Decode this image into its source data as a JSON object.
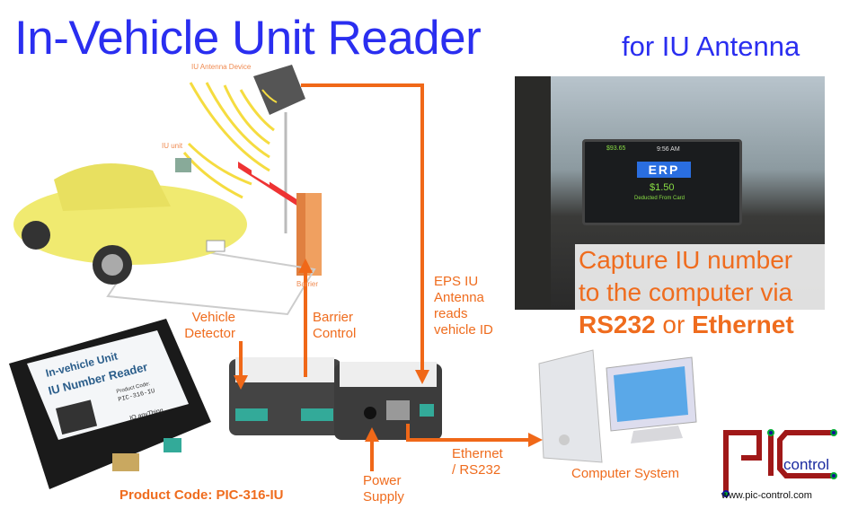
{
  "header": {
    "title": "In-Vehicle Unit Reader",
    "subtitle": "for IU Antenna"
  },
  "diagram": {
    "iu_antenna_device": "IU Antenna Device",
    "iu_unit": "IU unit",
    "barrier": "Barrier",
    "vehicle_detector": [
      "Vehicle",
      "Detector"
    ],
    "barrier_control": [
      "Barrier",
      "Control"
    ],
    "eps_antenna": [
      "EPS IU",
      "Antenna",
      "reads",
      "vehicle ID"
    ],
    "ethernet_rs232": [
      "Ethernet",
      "/ RS232"
    ],
    "power_supply": [
      "Power",
      "Supply"
    ],
    "computer_system": "Computer System"
  },
  "photo": {
    "screen_balance": "$93.65",
    "screen_time": "9:56 AM",
    "screen_label": "ERP",
    "screen_amount": "$1.50",
    "screen_note": "Deducted From Card"
  },
  "capture": {
    "line1": "Capture IU number",
    "line2": "to the computer via",
    "opt1": "RS232",
    "or": " or ",
    "opt2": "Ethernet"
  },
  "product": {
    "label_line1": "In-vehicle Unit",
    "label_line2": "IU Number Reader",
    "code_label": "Product Code:",
    "code": "PIC-316-IU",
    "brand": "IO anyThing",
    "caption": "Product Code: PIC-316-IU"
  },
  "logo": {
    "text": "PIC",
    "sub": "control",
    "url": "www.pic-control.com"
  },
  "colors": {
    "title": "#2a2ef0",
    "accent": "#ef6c1e",
    "logo_red": "#a01818"
  }
}
